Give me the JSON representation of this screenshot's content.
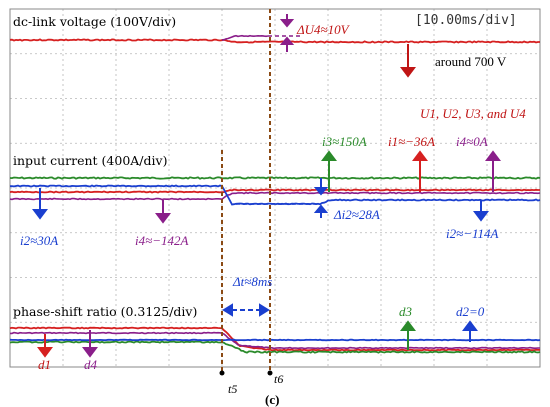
{
  "chart_data": {
    "type": "line",
    "time_div": "[10.00ms/div]",
    "caption": "(c)",
    "panels": [
      {
        "label": "dc-link voltage (100V/div)",
        "traces": [
          {
            "color": "#d62020",
            "desc": "dc-link voltage, around 700 V, small step of about 10 V at t5"
          },
          {
            "color": "#8a1e8a",
            "desc": "U4 trace rises by about 10 V after t5"
          }
        ]
      },
      {
        "label": "input current (400A/div)",
        "traces": [
          {
            "color": "#2a8a2a",
            "before": "i3",
            "after": "i3≈150A"
          },
          {
            "color": "#d62020",
            "before": "i1",
            "after": "i1≈−36A"
          },
          {
            "color": "#8a1e8a",
            "before": "i4≈−142A",
            "after": "i4≈0A"
          },
          {
            "color": "#1a3fcf",
            "before": "i2≈30A",
            "after": "i2≈−114A"
          }
        ]
      },
      {
        "label": "phase-shift ratio (0.3125/div)",
        "traces": [
          {
            "color": "#d62020",
            "name": "d1"
          },
          {
            "color": "#8a1e8a",
            "name": "d4"
          },
          {
            "color": "#2a8a2a",
            "name": "d3"
          },
          {
            "color": "#1a3fcf",
            "name": "d2=0"
          }
        ]
      }
    ],
    "events": [
      {
        "name": "t5",
        "label": "t5"
      },
      {
        "name": "t6",
        "label": "t6"
      },
      {
        "name": "delta_t",
        "label": "Δt≈8ms"
      }
    ]
  },
  "annotations": {
    "du4": "ΔU4≈10V",
    "around_700": "around 700 V",
    "u_legend": "U1, U2, U3, and U4",
    "i3_after": "i3≈150A",
    "i1_after": "i1≈−36A",
    "i4_after": "i4≈0A",
    "di2": "Δi2≈28A",
    "i2_before": "i2≈30A",
    "i4_before": "i4≈−142A",
    "i2_after": "i2≈−114A",
    "dt": "Δt≈8ms",
    "d3": "d3",
    "d2": "d2=0",
    "d1": "d1",
    "d4": "d4",
    "t5": "t5",
    "t6": "t6"
  },
  "colors": {
    "red": "#d62020",
    "green": "#2a8a2a",
    "blue": "#1a3fcf",
    "purple": "#8a1e8a",
    "event_line": "#8b4a14",
    "grid": "#b8b8b8"
  }
}
